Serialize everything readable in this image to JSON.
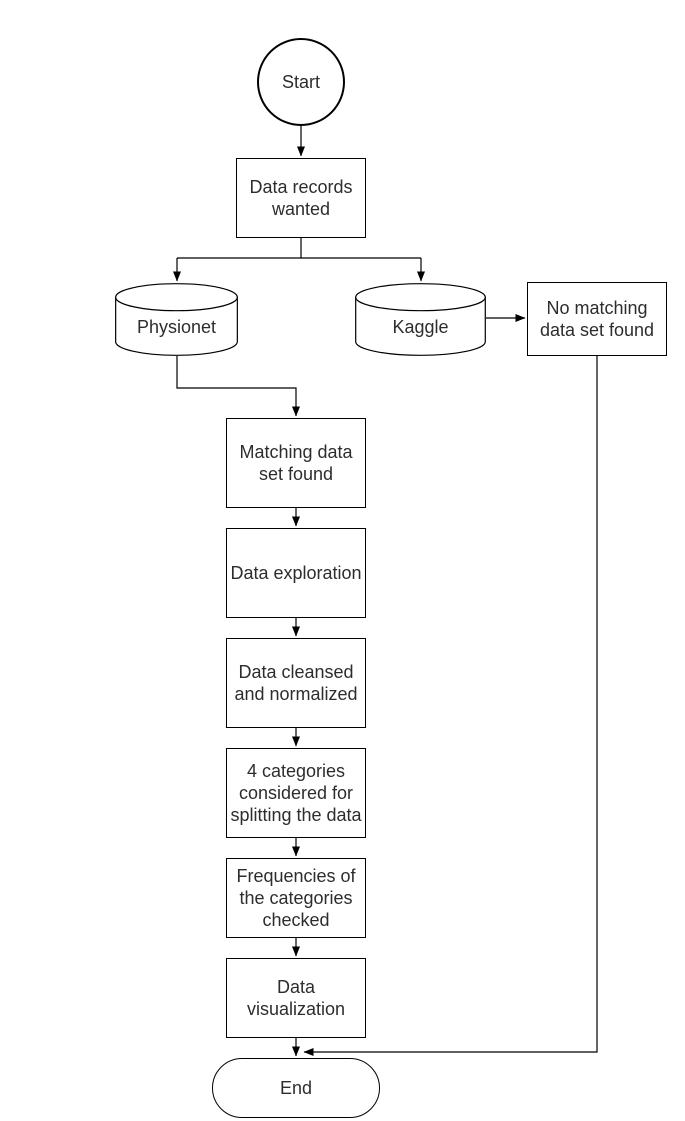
{
  "diagram": {
    "type": "flowchart",
    "colors": {
      "stroke": "#000000",
      "text": "#2d2d2d",
      "node_fill": "#ffffff",
      "background": "#ffffff"
    },
    "nodes": [
      {
        "id": "start",
        "shape": "circle",
        "label": "Start"
      },
      {
        "id": "data-records-wanted",
        "shape": "rectangle",
        "label": "Data records\nwanted"
      },
      {
        "id": "physionet",
        "shape": "cylinder",
        "label": "Physionet"
      },
      {
        "id": "kaggle",
        "shape": "cylinder",
        "label": "Kaggle"
      },
      {
        "id": "no-matching-data-set-found",
        "shape": "rectangle",
        "label": "No matching\ndata set found"
      },
      {
        "id": "matching-data-set-found",
        "shape": "rectangle",
        "label": "Matching data\nset found"
      },
      {
        "id": "data-exploration",
        "shape": "rectangle",
        "label": "Data exploration"
      },
      {
        "id": "data-cleansed-and-normalized",
        "shape": "rectangle",
        "label": "Data cleansed\nand normalized"
      },
      {
        "id": "categories-considered",
        "shape": "rectangle",
        "label": "4 categories\nconsidered for\nsplitting the data"
      },
      {
        "id": "frequencies-checked",
        "shape": "rectangle",
        "label": "Frequencies of\nthe categories\nchecked"
      },
      {
        "id": "data-visualization",
        "shape": "rectangle",
        "label": "Data\nvisualization"
      },
      {
        "id": "end",
        "shape": "stadium",
        "label": "End"
      }
    ],
    "edges": [
      {
        "from": "start",
        "to": "data-records-wanted"
      },
      {
        "from": "data-records-wanted",
        "to": "physionet"
      },
      {
        "from": "data-records-wanted",
        "to": "kaggle"
      },
      {
        "from": "kaggle",
        "to": "no-matching-data-set-found"
      },
      {
        "from": "physionet",
        "to": "matching-data-set-found"
      },
      {
        "from": "matching-data-set-found",
        "to": "data-exploration"
      },
      {
        "from": "data-exploration",
        "to": "data-cleansed-and-normalized"
      },
      {
        "from": "data-cleansed-and-normalized",
        "to": "categories-considered"
      },
      {
        "from": "categories-considered",
        "to": "frequencies-checked"
      },
      {
        "from": "frequencies-checked",
        "to": "data-visualization"
      },
      {
        "from": "data-visualization",
        "to": "end"
      },
      {
        "from": "no-matching-data-set-found",
        "to": "end"
      }
    ]
  }
}
